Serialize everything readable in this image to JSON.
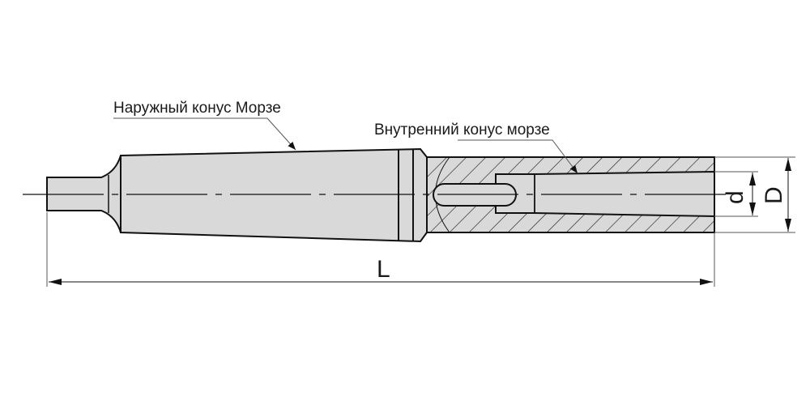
{
  "labels": {
    "outer_cone": "Наружный конус Морзе",
    "inner_cone": "Внутренний конус морзе"
  },
  "dimensions": {
    "length": "L",
    "inner_diameter": "d",
    "outer_diameter": "D"
  },
  "colors": {
    "body_fill": "#d9d9d9",
    "outline": "#111111"
  }
}
